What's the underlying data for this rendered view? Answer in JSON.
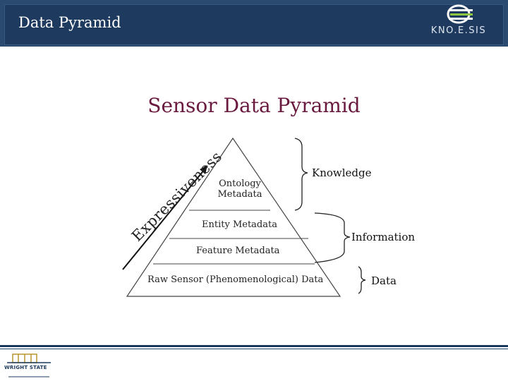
{
  "header": {
    "title": "Data Pyramid",
    "logo_text": "KNO.E.SIS",
    "bar_color": "#1e3a5f"
  },
  "slide": {
    "title": "Sensor Data Pyramid",
    "title_color": "#6a1a3f"
  },
  "pyramid": {
    "axis_label": "Expressiveness",
    "levels": [
      {
        "label_line1": "Ontology",
        "label_line2": "Metadata"
      },
      {
        "label": "Entity Metadata"
      },
      {
        "label": "Feature Metadata"
      },
      {
        "label": "Raw Sensor (Phenomenological) Data"
      }
    ],
    "groups": [
      {
        "label": "Knowledge"
      },
      {
        "label": "Information"
      },
      {
        "label": "Data"
      }
    ]
  },
  "footer": {
    "university": "WRIGHT STATE"
  }
}
